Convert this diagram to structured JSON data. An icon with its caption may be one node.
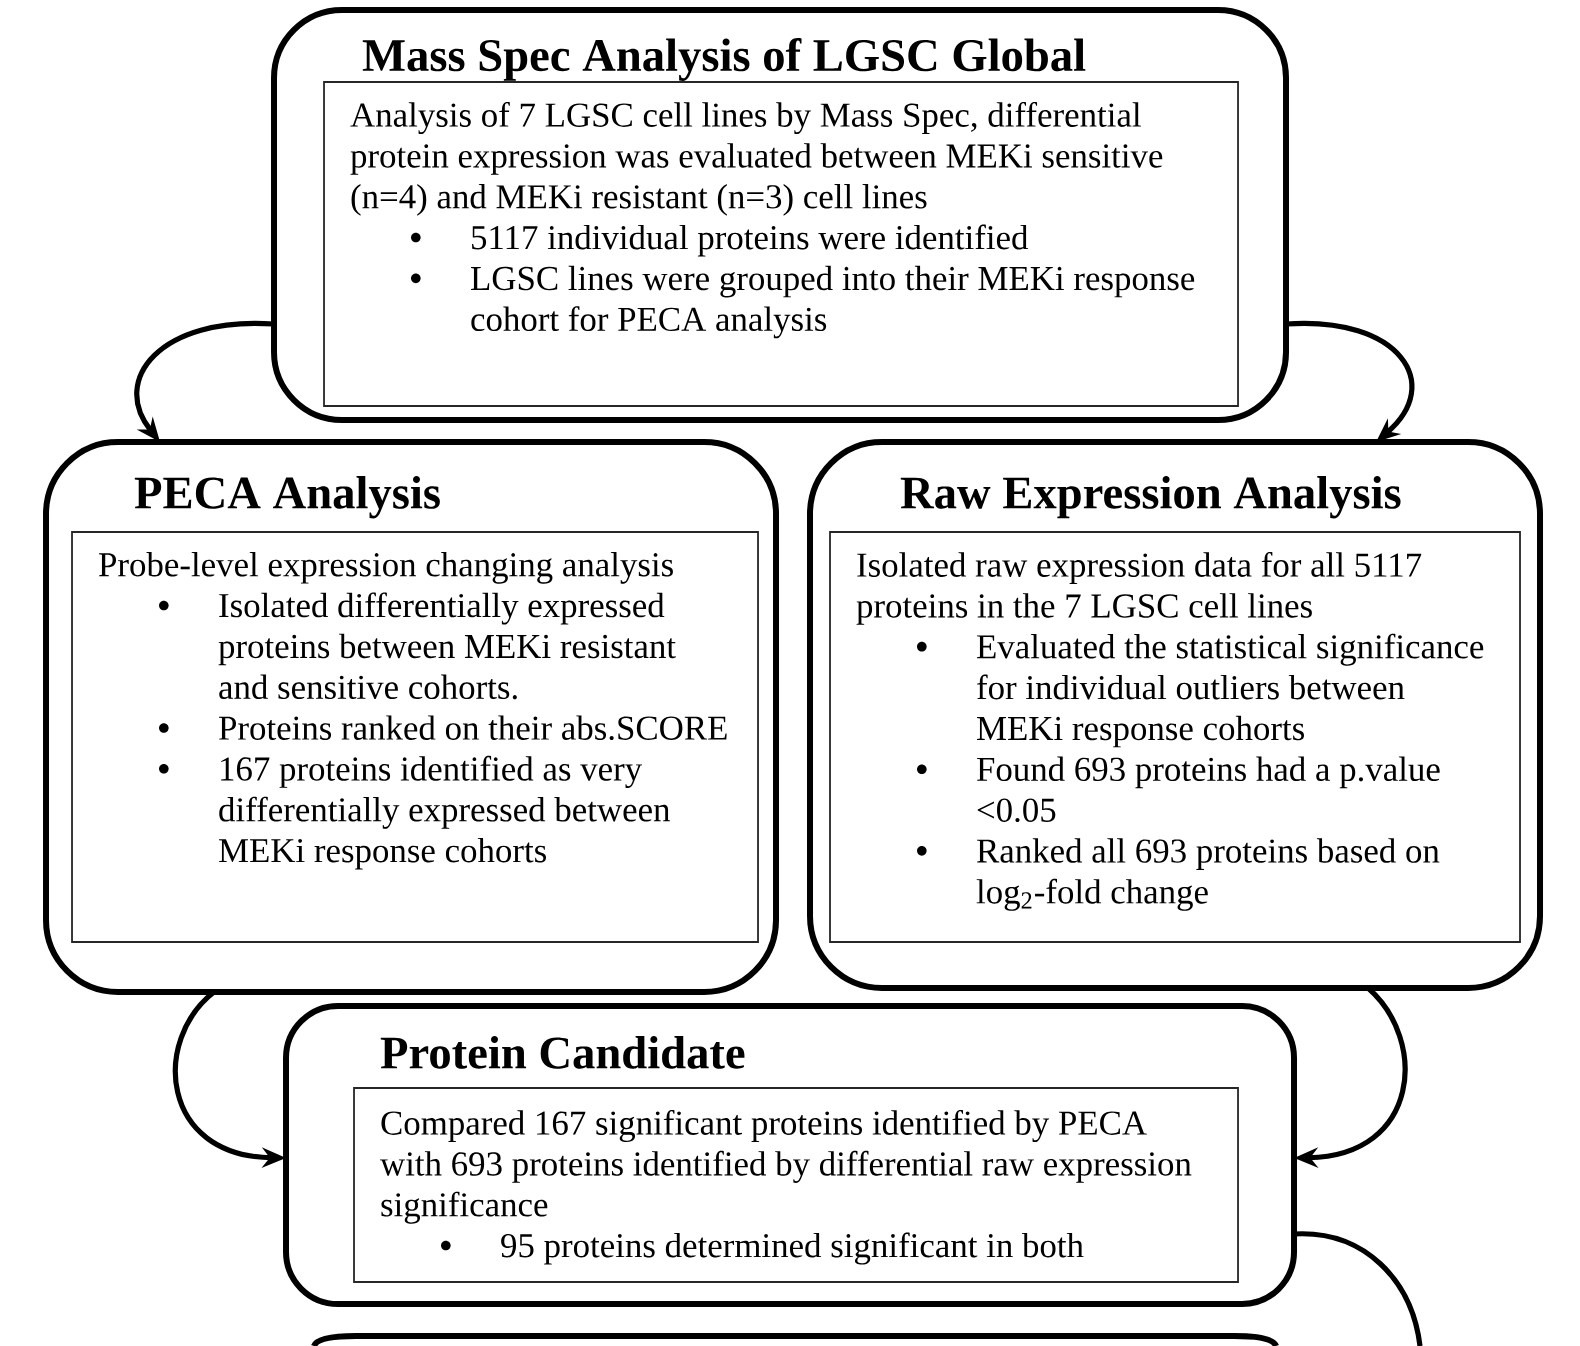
{
  "diagram": {
    "nodes": [
      {
        "text": [
          "Mass Spec Analysis of LGSC Global"
        ]
      },
      {
        "text": [
          "Analysis of 7 LGSC cell lines by Mass Spec, differential protein expression was evaluated between MEKi sensitive (n=4) and MEKi resistant (n=3) cell lines",
          "5117 individual proteins were identified",
          "LGSC lines were grouped into their MEKi response cohort for PECA analysis"
        ],
        "in": 0
      },
      {
        "text": [
          "PECA Analysis"
        ]
      },
      {
        "text": [
          "Probe-level expression changing analysis",
          "Isolated differentially expressed proteins between MEKi resistant and sensitive cohorts.",
          "Proteins ranked on their abs.SCORE",
          "167 proteins identified as very differentially expressed between MEKi response cohorts"
        ],
        "in": 2
      },
      {
        "text": [
          "Raw Expression Analysis"
        ]
      },
      {
        "text": [
          "Isolated raw expression data for all 5117 proteins in the 7 LGSC cell lines",
          "Evaluated the statistical significance for individual outliers between MEKi response cohorts",
          "Found 693 proteins had a p.value <0.05",
          "Ranked all 693 proteins based on log$_{2}$-fold change"
        ],
        "in": 4
      },
      {
        "text": [
          "Protein Candidate"
        ]
      },
      {
        "text": [
          "Compared 167 significant proteins identified by PECA with 693 proteins identified by differential raw expression significance",
          "95 proteins determined significant in both"
        ],
        "in": 6
      },
      {
        "text": [],
        "shape": "box"
      }
    ],
    "edges": [
      {
        "from": 0,
        "to": 2,
        "arrow": "to"
      },
      {
        "from": 0,
        "to": 4,
        "arrow": "to"
      },
      {
        "from": 2,
        "to": 6,
        "arrow": "to"
      },
      {
        "from": 4,
        "to": 6,
        "arrow": "to"
      },
      {
        "from": 6,
        "to": null,
        "arrow": "none"
      }
    ]
  }
}
